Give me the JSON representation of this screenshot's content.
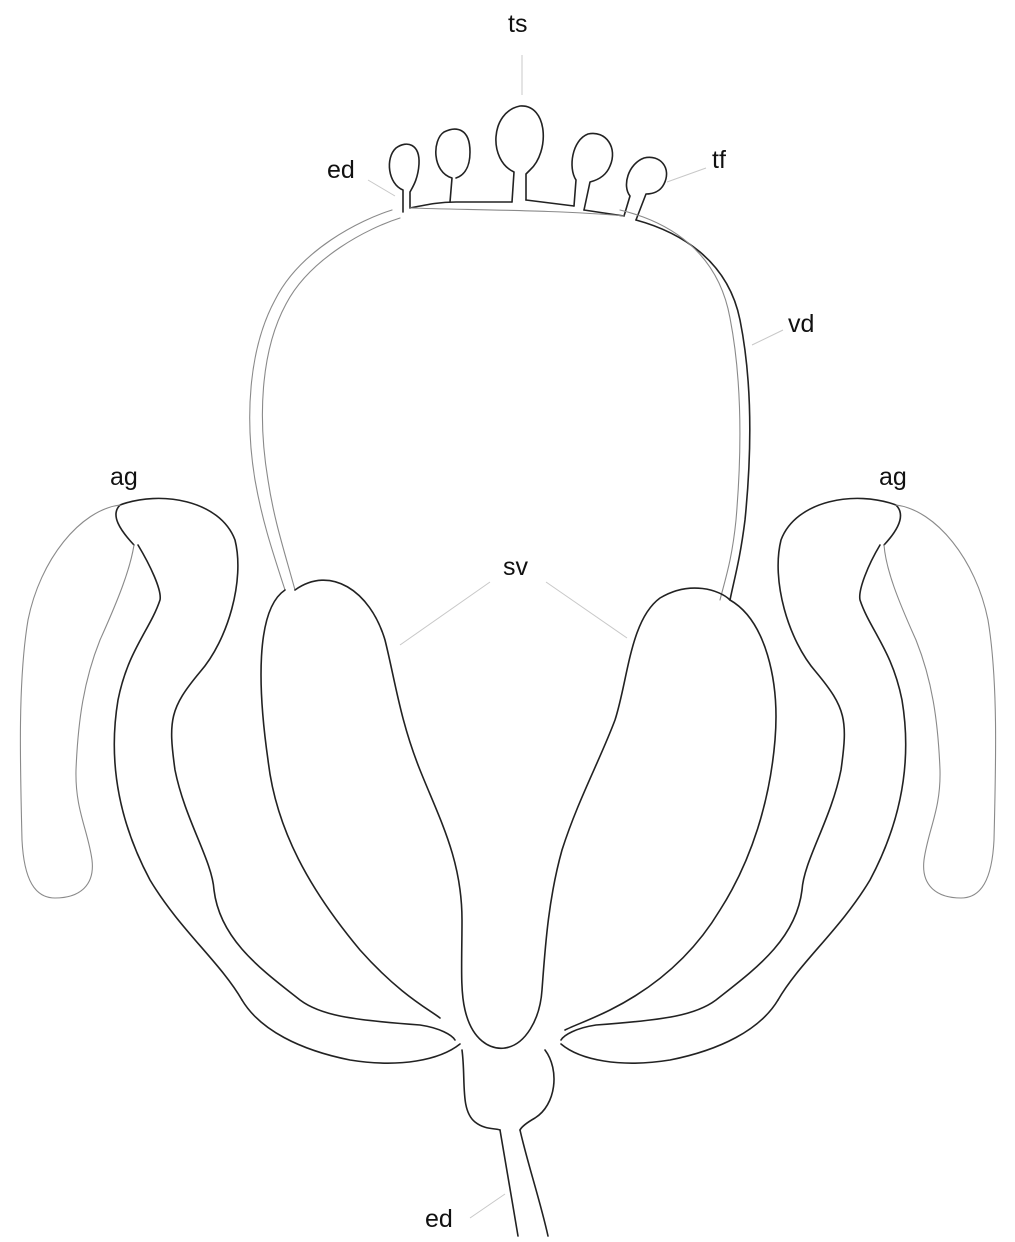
{
  "labels": {
    "ts": "ts",
    "ed_top": "ed",
    "tf": "tf",
    "vd": "vd",
    "ag_left": "ag",
    "ag_right": "ag",
    "sv": "sv",
    "ed_bottom": "ed"
  },
  "colors": {
    "outline": "#222222",
    "outline_light": "#8a8a8a",
    "leader": "#c8c8c8",
    "background": "#ffffff"
  }
}
